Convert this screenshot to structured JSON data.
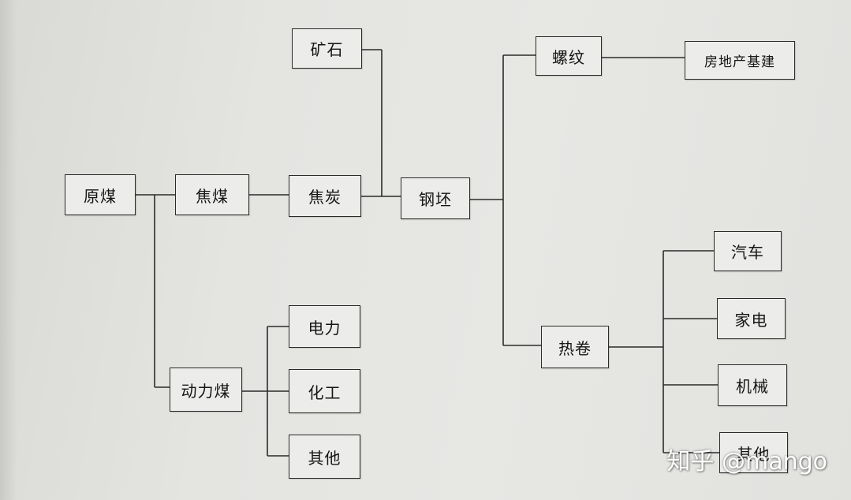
{
  "nodes": {
    "raw_coal": "原煤",
    "coking_coal": "焦煤",
    "coke": "焦炭",
    "ore": "矿石",
    "billet": "钢坯",
    "rebar": "螺纹",
    "real_estate": "房地产基建",
    "hot_coil": "热卷",
    "auto": "汽车",
    "appliances": "家电",
    "machinery": "机械",
    "other_top": "其他",
    "thermal_coal": "动力煤",
    "power": "电力",
    "chemical": "化工",
    "other_bottom": "其他"
  },
  "watermark": "知乎 @mango"
}
